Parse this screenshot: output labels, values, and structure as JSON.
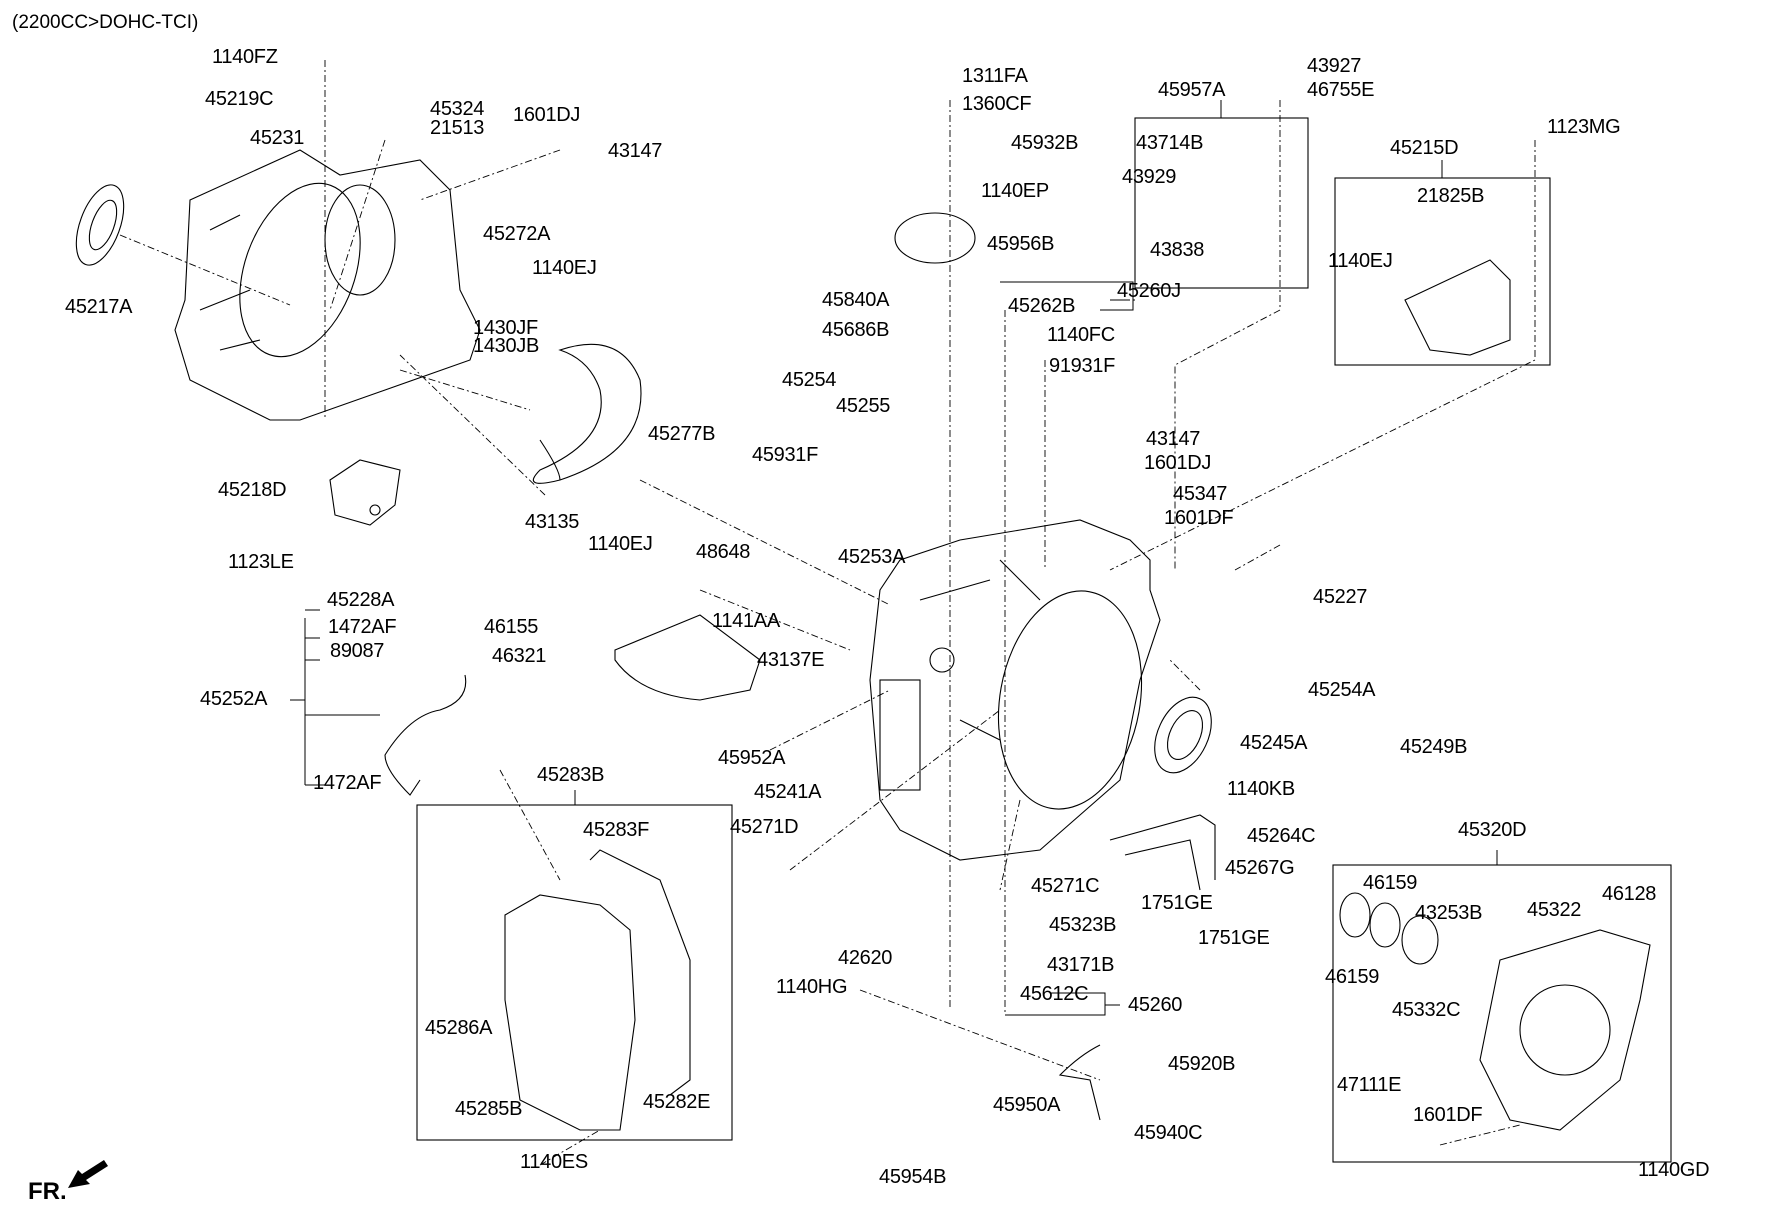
{
  "title": "(2200CC>DOHC-TCI)",
  "orientation_label": "FR.",
  "groups": {
    "45957A": {
      "label": "45957A",
      "members": [
        "43714B",
        "43929",
        "43838"
      ]
    },
    "45215D": {
      "label": "45215D",
      "members": [
        "21825B",
        "1140EJ"
      ]
    },
    "45283B": {
      "label": "45283B",
      "members": [
        "45283F",
        "45286A",
        "45285B",
        "45282E"
      ]
    },
    "45320D": {
      "label": "45320D",
      "members": [
        "46159",
        "46159",
        "43253B",
        "45322",
        "46128",
        "45332C",
        "47111E",
        "1601DF"
      ]
    },
    "45252A": {
      "label": "45252A",
      "members": [
        "45228A",
        "1472AF",
        "89087",
        "1472AF"
      ]
    },
    "45260J": {
      "label": "45260J",
      "members": [
        "45262B"
      ]
    },
    "45260": {
      "label": "45260",
      "members": [
        "45612C"
      ]
    }
  },
  "labels": [
    {
      "id": "l1",
      "text": "1140FZ"
    },
    {
      "id": "l2",
      "text": "45219C"
    },
    {
      "id": "l3",
      "text": "45324"
    },
    {
      "id": "l4",
      "text": "21513"
    },
    {
      "id": "l5",
      "text": "1601DJ"
    },
    {
      "id": "l6",
      "text": "45231"
    },
    {
      "id": "l7",
      "text": "43147"
    },
    {
      "id": "l8",
      "text": "45217A"
    },
    {
      "id": "l9",
      "text": "45272A"
    },
    {
      "id": "l10",
      "text": "1140EJ"
    },
    {
      "id": "l11",
      "text": "1430JF"
    },
    {
      "id": "l12",
      "text": "1430JB"
    },
    {
      "id": "l13",
      "text": "45218D"
    },
    {
      "id": "l14",
      "text": "43135"
    },
    {
      "id": "l15",
      "text": "1140EJ"
    },
    {
      "id": "l16",
      "text": "1123LE"
    },
    {
      "id": "l17",
      "text": "1311FA"
    },
    {
      "id": "l18",
      "text": "1360CF"
    },
    {
      "id": "l19",
      "text": "45932B"
    },
    {
      "id": "l20",
      "text": "1140EP"
    },
    {
      "id": "l21",
      "text": "45956B"
    },
    {
      "id": "l22",
      "text": "45840A"
    },
    {
      "id": "l23",
      "text": "45686B"
    },
    {
      "id": "l24",
      "text": "45262B"
    },
    {
      "id": "l25",
      "text": "45260J"
    },
    {
      "id": "l26",
      "text": "1140FC"
    },
    {
      "id": "l27",
      "text": "91931F"
    },
    {
      "id": "l28",
      "text": "43927"
    },
    {
      "id": "l29",
      "text": "46755E"
    },
    {
      "id": "l30",
      "text": "45957A"
    },
    {
      "id": "l31",
      "text": "43714B"
    },
    {
      "id": "l32",
      "text": "43929"
    },
    {
      "id": "l33",
      "text": "43838"
    },
    {
      "id": "l34",
      "text": "1123MG"
    },
    {
      "id": "l35",
      "text": "45215D"
    },
    {
      "id": "l36",
      "text": "21825B"
    },
    {
      "id": "l37",
      "text": "1140EJ"
    },
    {
      "id": "l38",
      "text": "45254"
    },
    {
      "id": "l39",
      "text": "45255"
    },
    {
      "id": "l40",
      "text": "45277B"
    },
    {
      "id": "l41",
      "text": "45931F"
    },
    {
      "id": "l42",
      "text": "48648"
    },
    {
      "id": "l43",
      "text": "45253A"
    },
    {
      "id": "l44",
      "text": "43147"
    },
    {
      "id": "l45",
      "text": "1601DJ"
    },
    {
      "id": "l46",
      "text": "45347"
    },
    {
      "id": "l47",
      "text": "1601DF"
    },
    {
      "id": "l48",
      "text": "45227"
    },
    {
      "id": "l49",
      "text": "45228A"
    },
    {
      "id": "l50",
      "text": "1472AF"
    },
    {
      "id": "l51",
      "text": "89087"
    },
    {
      "id": "l52",
      "text": "45252A"
    },
    {
      "id": "l53",
      "text": "1472AF"
    },
    {
      "id": "l54",
      "text": "46155"
    },
    {
      "id": "l55",
      "text": "46321"
    },
    {
      "id": "l56",
      "text": "1141AA"
    },
    {
      "id": "l57",
      "text": "43137E"
    },
    {
      "id": "l58",
      "text": "45952A"
    },
    {
      "id": "l59",
      "text": "45241A"
    },
    {
      "id": "l60",
      "text": "45271D"
    },
    {
      "id": "l61",
      "text": "45254A"
    },
    {
      "id": "l62",
      "text": "45249B"
    },
    {
      "id": "l63",
      "text": "45245A"
    },
    {
      "id": "l64",
      "text": "1140KB"
    },
    {
      "id": "l65",
      "text": "45264C"
    },
    {
      "id": "l66",
      "text": "45267G"
    },
    {
      "id": "l67",
      "text": "1751GE"
    },
    {
      "id": "l68",
      "text": "1751GE"
    },
    {
      "id": "l69",
      "text": "45271C"
    },
    {
      "id": "l70",
      "text": "45323B"
    },
    {
      "id": "l71",
      "text": "43171B"
    },
    {
      "id": "l72",
      "text": "45612C"
    },
    {
      "id": "l73",
      "text": "45260"
    },
    {
      "id": "l74",
      "text": "42620"
    },
    {
      "id": "l75",
      "text": "1140HG"
    },
    {
      "id": "l76",
      "text": "45283B"
    },
    {
      "id": "l77",
      "text": "45283F"
    },
    {
      "id": "l78",
      "text": "45286A"
    },
    {
      "id": "l79",
      "text": "45285B"
    },
    {
      "id": "l80",
      "text": "45282E"
    },
    {
      "id": "l81",
      "text": "1140ES"
    },
    {
      "id": "l82",
      "text": "45920B"
    },
    {
      "id": "l83",
      "text": "45950A"
    },
    {
      "id": "l84",
      "text": "45940C"
    },
    {
      "id": "l85",
      "text": "45954B"
    },
    {
      "id": "l86",
      "text": "45320D"
    },
    {
      "id": "l87",
      "text": "46159"
    },
    {
      "id": "l88",
      "text": "43253B"
    },
    {
      "id": "l89",
      "text": "45322"
    },
    {
      "id": "l90",
      "text": "46128"
    },
    {
      "id": "l91",
      "text": "46159"
    },
    {
      "id": "l92",
      "text": "45332C"
    },
    {
      "id": "l93",
      "text": "47111E"
    },
    {
      "id": "l94",
      "text": "1601DF"
    },
    {
      "id": "l95",
      "text": "1140GD"
    }
  ]
}
